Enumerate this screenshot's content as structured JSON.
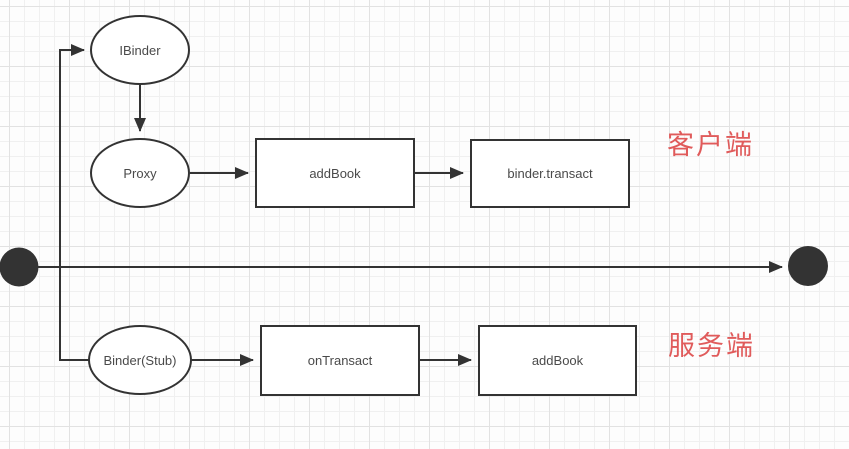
{
  "nodes": {
    "ibinder": {
      "label": "IBinder",
      "shape": "ellipse"
    },
    "proxy": {
      "label": "Proxy",
      "shape": "ellipse"
    },
    "addbook_client": {
      "label": "addBook",
      "shape": "rect"
    },
    "binder_transact": {
      "label": "binder.transact",
      "shape": "rect"
    },
    "binder_stub": {
      "label": "Binder(Stub)",
      "shape": "ellipse"
    },
    "ontransact": {
      "label": "onTransact",
      "shape": "rect"
    },
    "addbook_server": {
      "label": "addBook",
      "shape": "rect"
    }
  },
  "zone_labels": {
    "client": "客户端",
    "server": "服务端"
  },
  "edges": [
    {
      "from": "binder_stub",
      "to": "ibinder",
      "arrow": true
    },
    {
      "from": "ibinder",
      "to": "proxy",
      "arrow": true
    },
    {
      "from": "proxy",
      "to": "addbook_client",
      "arrow": true
    },
    {
      "from": "addbook_client",
      "to": "binder_transact",
      "arrow": true
    },
    {
      "from": "timeline-start-dot",
      "to": "timeline-end-dot",
      "arrow": true
    },
    {
      "from": "binder_stub",
      "to": "ontransact",
      "arrow": true
    },
    {
      "from": "ontransact",
      "to": "addbook_server",
      "arrow": true
    }
  ],
  "colors": {
    "stroke": "#333333",
    "node_text": "#4a4a4a",
    "zone_label_red": "#e05b5b",
    "dot_fill": "#333333"
  }
}
